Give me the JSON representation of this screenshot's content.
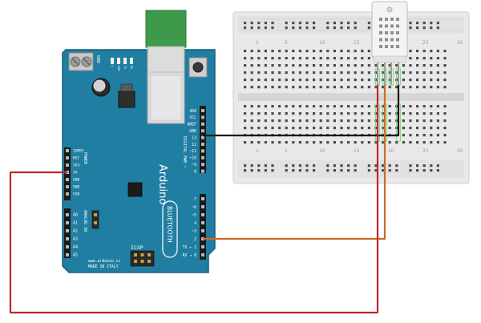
{
  "board": {
    "brand": "Arduino",
    "module": "BLUETOOTH",
    "website": "www.arduino.cc",
    "made_in": "MADE IN ITALY",
    "icsp": "ICSP",
    "digital_label": "DIGITAL PWM ~",
    "power_label": "POWER",
    "analog_label": "ANALOG IN",
    "gnd_top": "GND",
    "pins_right_top": [
      "SDA",
      "SCL",
      "AREF",
      "GND",
      "13",
      "12",
      "~11",
      "~10",
      "~9",
      "8"
    ],
    "pins_right_bottom": [
      "7",
      "~6",
      "~5",
      "4",
      "~3",
      "2",
      "TX ▸ 1",
      "RX ◂ 0"
    ],
    "pins_left_power": [
      "IOREF",
      "RST",
      "3V3",
      "5V",
      "GND",
      "GND",
      "VIN"
    ],
    "pins_left_analog": [
      "A0",
      "A1",
      "A2",
      "A3",
      "A4",
      "A5"
    ],
    "led_labels": [
      "L",
      "PWR",
      "TX",
      "RX"
    ]
  },
  "breadboard": {
    "top_numbers": [
      "1",
      "5",
      "10",
      "15",
      "20",
      "25",
      "30"
    ],
    "bottom_numbers": [
      "1",
      "5",
      "10",
      "15",
      "20",
      "25",
      "30"
    ]
  },
  "wires": {
    "colors": {
      "gnd": "#1a1a1a",
      "vcc": "#c0272d",
      "data": "#d26a1e"
    }
  }
}
